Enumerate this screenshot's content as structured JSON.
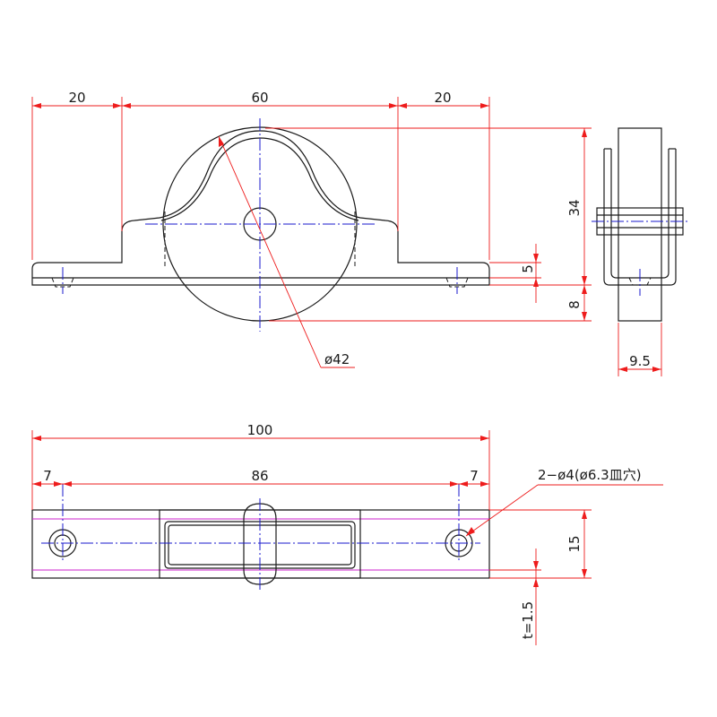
{
  "front_view": {
    "dim_flange_left": "20",
    "dim_wheel_span": "60",
    "dim_flange_right": "20",
    "dim_height": "34",
    "dim_plate": "5",
    "dim_below": "8",
    "dim_diameter": "ø42"
  },
  "side_view": {
    "dim_width": "9.5"
  },
  "plan_view": {
    "dim_total": "100",
    "dim_edge_left": "7",
    "dim_hole_pitch": "86",
    "dim_edge_right": "7",
    "dim_depth": "15",
    "dim_thickness": "t=1.5",
    "hole_callout": "2−ø4(ø6.3皿穴)"
  },
  "colors": {
    "outline": "#1a1a1a",
    "dimension": "#ee1c1c",
    "centerline": "#1a1acc",
    "plan_edge": "#cc22cc"
  }
}
